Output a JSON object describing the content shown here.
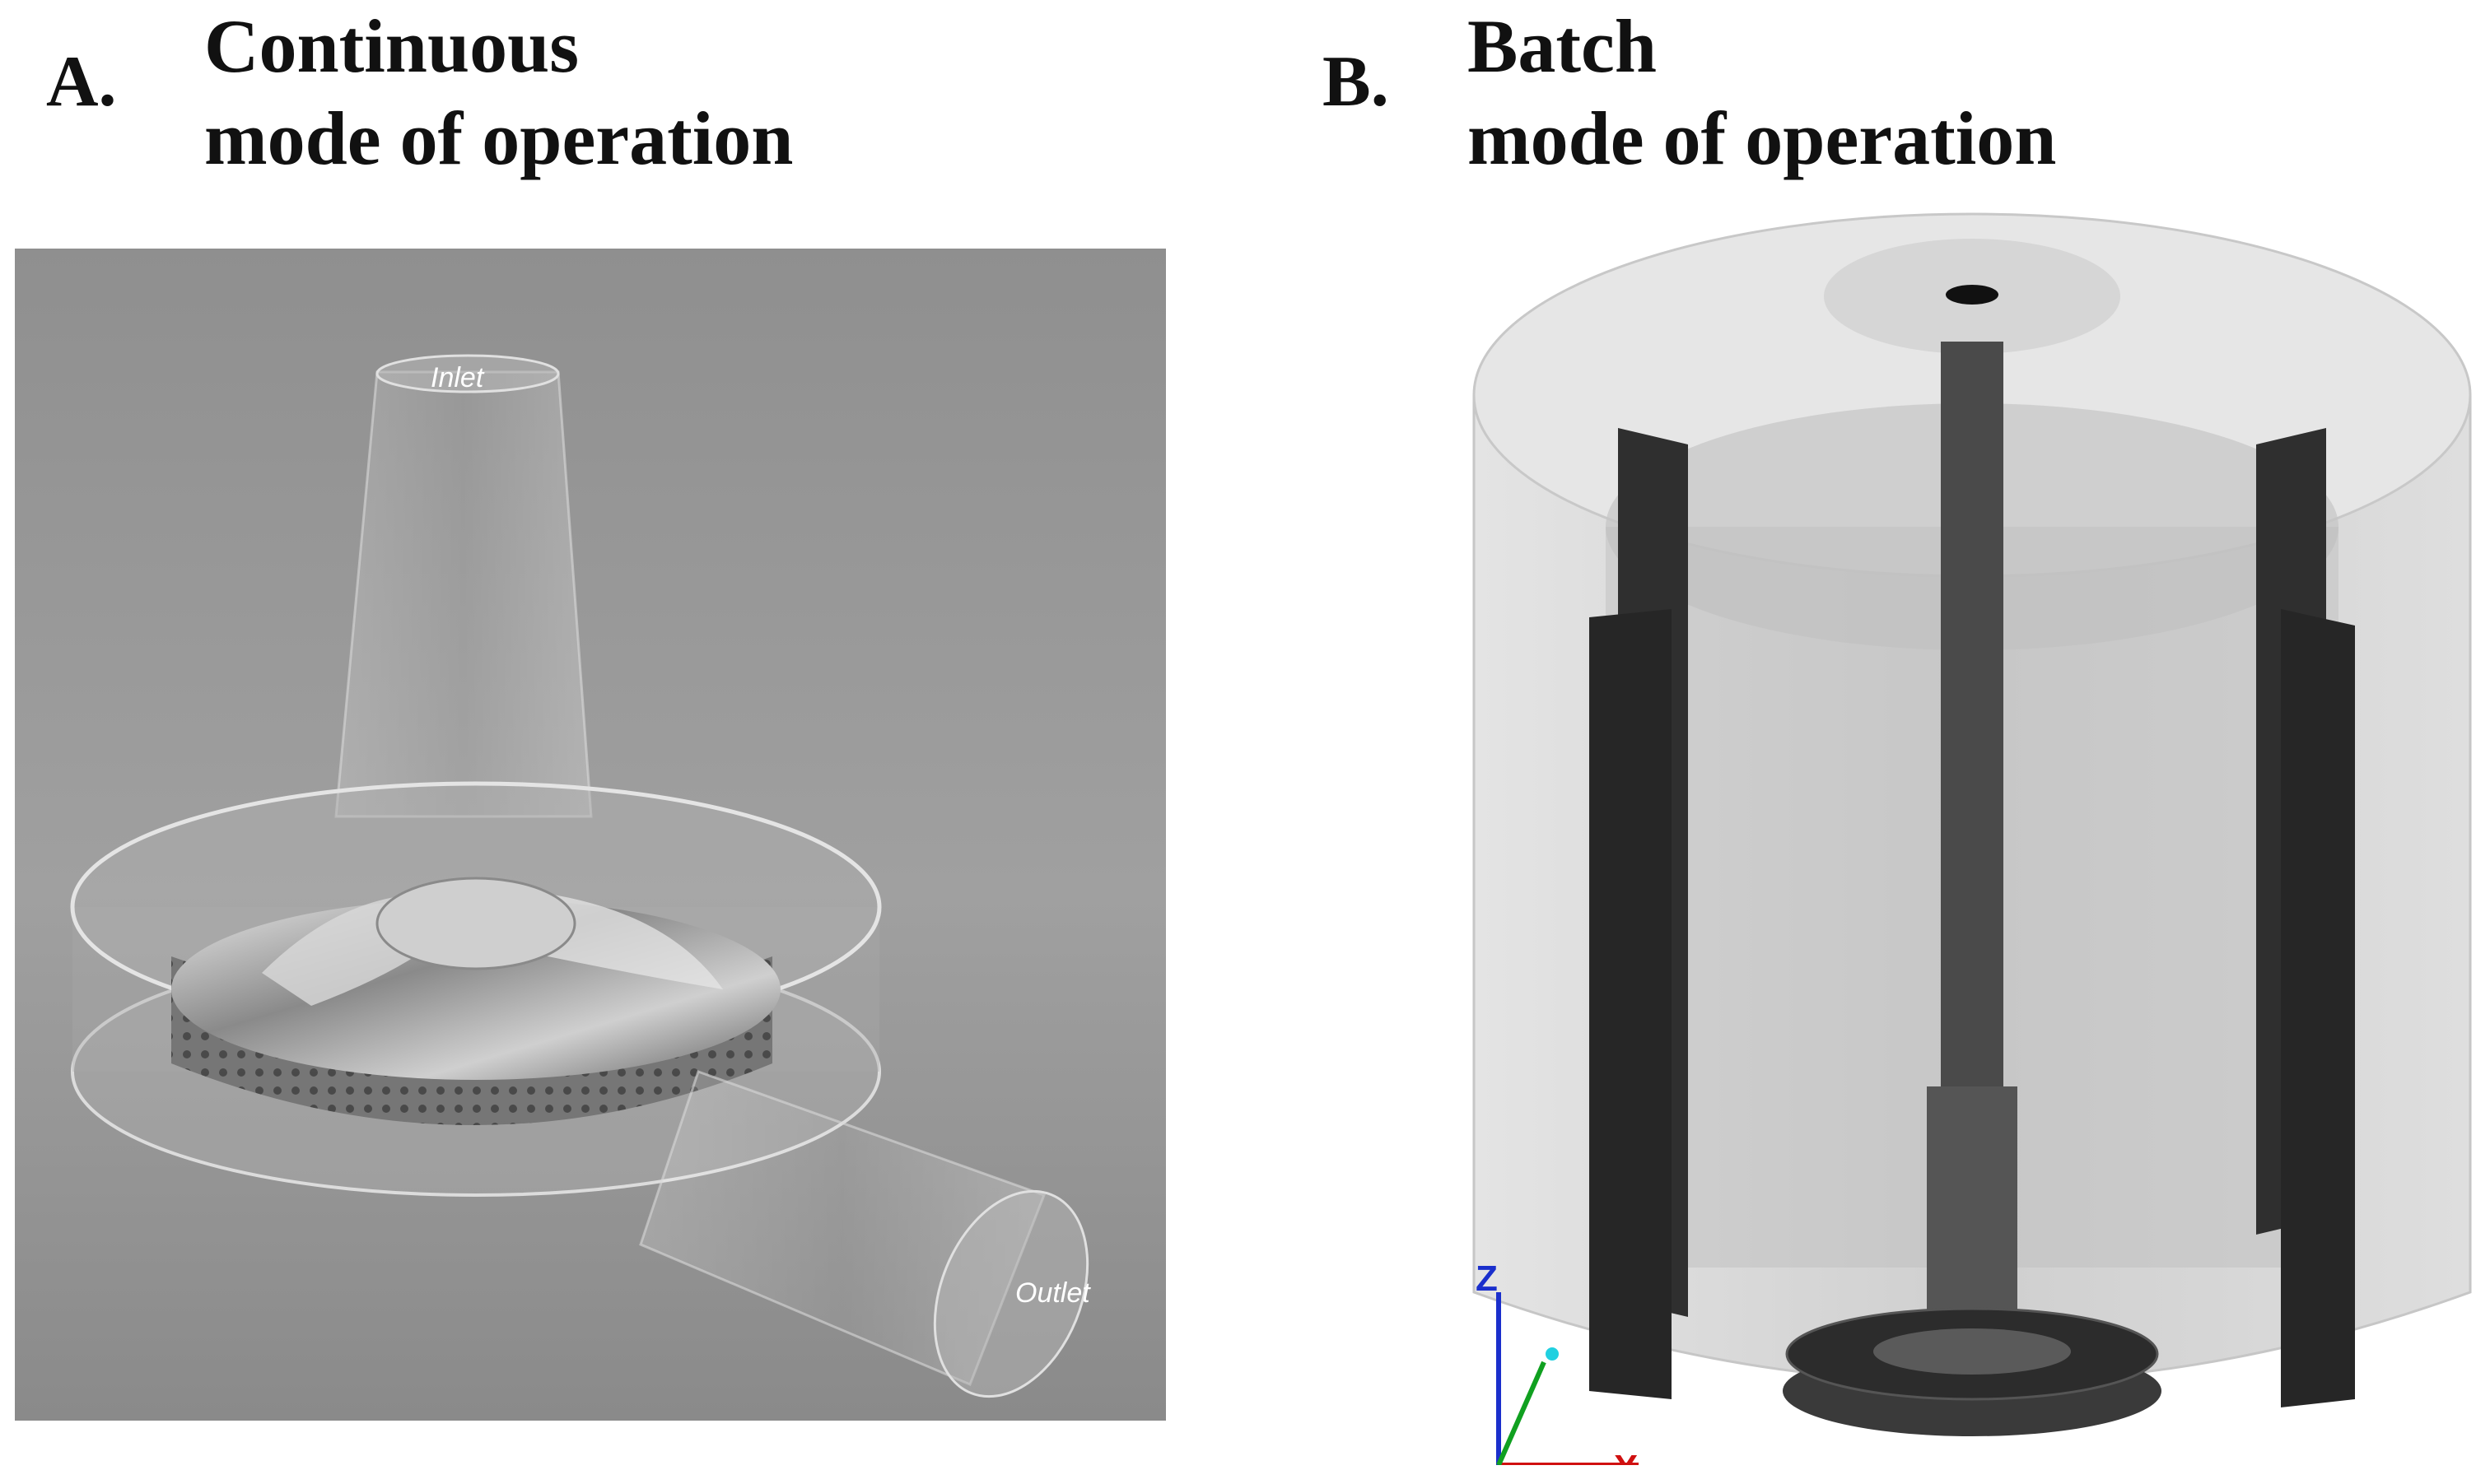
{
  "panels": {
    "a": {
      "letter": "A.",
      "title_line1": "Continuous",
      "title_line2": "mode of operation",
      "inlet_label": "Inlet",
      "outlet_label": "Outlet"
    },
    "b": {
      "letter": "B.",
      "title_line1": "Batch",
      "title_line2": "mode of operation",
      "axis_z": "Z",
      "axis_x": "X"
    }
  },
  "colors": {
    "text": "#111111",
    "render_a_background": "#9a9a9a",
    "render_b_tank": "#d9d9d9",
    "baffle": "#2f2f2f",
    "shaft": "#4a4a4a",
    "axis_z": "#1a2fcc",
    "axis_x": "#d01010",
    "axis_y": "#10a020"
  }
}
